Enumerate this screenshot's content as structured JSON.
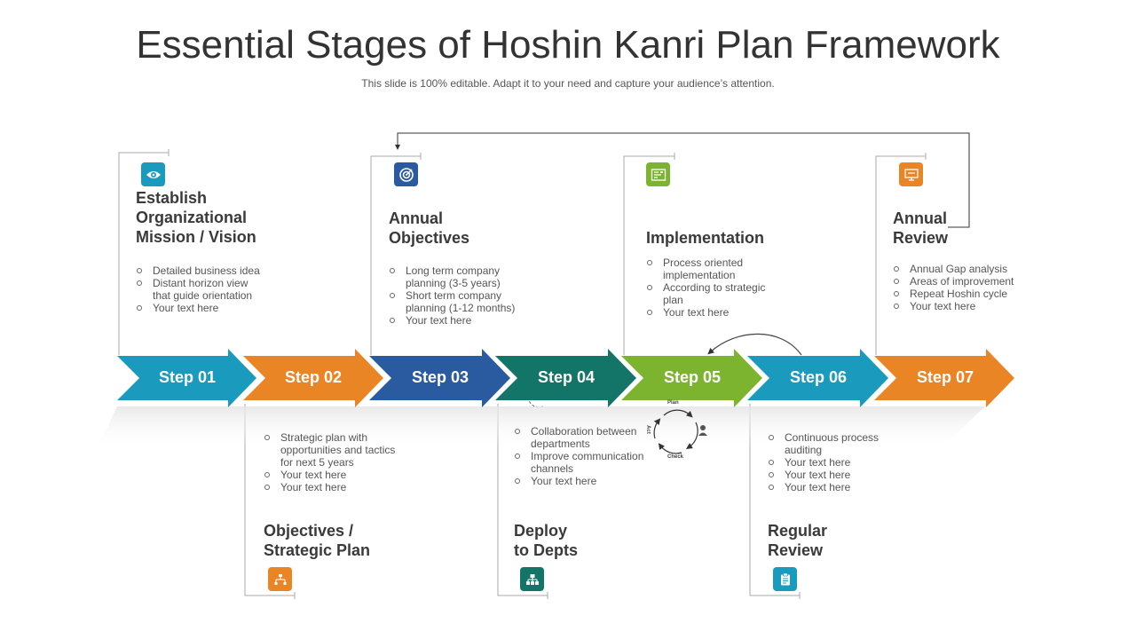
{
  "title": "Essential Stages of Hoshin Kanri Plan Framework",
  "subtitle": "This slide is 100% editable. Adapt it to your need and capture your audience’s attention.",
  "steps": [
    {
      "label": "Step 01",
      "color": "#1a9bbd"
    },
    {
      "label": "Step 02",
      "color": "#e98525"
    },
    {
      "label": "Step 03",
      "color": "#2a5aa0"
    },
    {
      "label": "Step 04",
      "color": "#137568"
    },
    {
      "label": "Step 05",
      "color": "#7cb42f"
    },
    {
      "label": "Step 06",
      "color": "#1a9bbd"
    },
    {
      "label": "Step 07",
      "color": "#e98525"
    }
  ],
  "stages": {
    "s1": {
      "title_lines": [
        "Establish",
        "Organizational",
        "Mission / Vision"
      ],
      "icon": "eye-icon",
      "icon_color": "#1a9bbd",
      "bullets": [
        "Detailed business idea",
        "Distant horizon view that guide orientation",
        "Your text here"
      ]
    },
    "s2": {
      "title_lines": [
        "Objectives /",
        "Strategic Plan"
      ],
      "icon": "org-chart-icon",
      "icon_color": "#e98525",
      "bullets": [
        "Strategic plan with opportunities and tactics for next 5 years",
        "Your text here",
        "Your text here"
      ]
    },
    "s3": {
      "title_lines": [
        "Annual",
        "Objectives"
      ],
      "icon": "target-icon",
      "icon_color": "#2a5aa0",
      "bullets": [
        "Long term company planning (3-5 years)",
        "Short term company planning (1-12 months)",
        "Your text here"
      ]
    },
    "s4": {
      "title_lines": [
        "Deploy",
        "to Depts"
      ],
      "icon": "hierarchy-icon",
      "icon_color": "#137568",
      "bullets": [
        "Collaboration between departments",
        "Improve communication channels",
        "Your text here"
      ]
    },
    "s5": {
      "title_lines": [
        "Implementation"
      ],
      "icon": "blueprint-icon",
      "icon_color": "#7cb42f",
      "bullets": [
        "Process oriented implementation",
        "According to strategic plan",
        "Your text here"
      ]
    },
    "s6": {
      "title_lines": [
        "Regular",
        "Review"
      ],
      "icon": "clipboard-icon",
      "icon_color": "#1a9bbd",
      "bullets": [
        "Continuous process auditing",
        "Your text here",
        "Your text here",
        "Your text here"
      ]
    },
    "s7": {
      "title_lines": [
        "Annual",
        "Review"
      ],
      "icon": "presentation-icon",
      "icon_color": "#e98525",
      "bullets": [
        "Annual Gap analysis",
        "Areas of improvement",
        "Repeat Hoshin cycle",
        "Your text here"
      ]
    }
  },
  "pdca": {
    "plan": "Plan",
    "check": "Check",
    "act": "Act"
  }
}
